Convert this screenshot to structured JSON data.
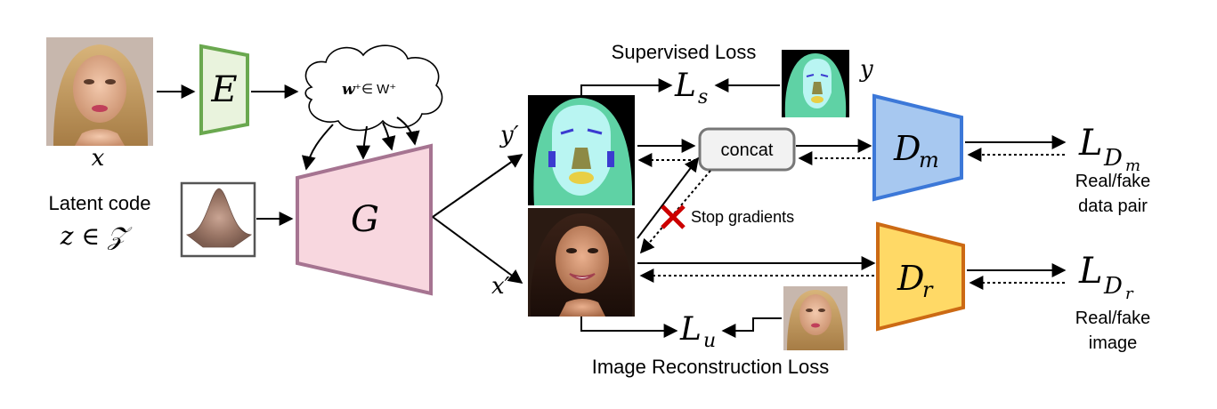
{
  "symbols": {
    "x": "x",
    "E": "E",
    "latent_w_bold": "w",
    "latent_w_rest": "⁺∈ W⁺",
    "G": "G",
    "y_prime": "y′",
    "x_prime": "x′",
    "y": "y",
    "L": "L",
    "s": "s",
    "u": "u",
    "D": "D",
    "m": "m",
    "r": "r"
  },
  "labels": {
    "latent_code_line1": "Latent code",
    "latent_code_line2": "z ∈ 𝒵",
    "supervised_loss": "Supervised Loss",
    "concat": "concat",
    "stop_gradients": "Stop gradients",
    "image_reconstruction_loss": "Image Reconstruction Loss",
    "real_fake_pair_line1": "Real/fake",
    "real_fake_pair_line2": "data pair",
    "real_fake_image_line1": "Real/fake",
    "real_fake_image_line2": "image"
  },
  "colors": {
    "encoder_fill": "#e9f3dd",
    "encoder_stroke": "#6aa84f",
    "generator_fill": "#f8d7df",
    "generator_stroke": "#a67491",
    "dm_fill": "#a7c8f0",
    "dm_stroke": "#3c78d8",
    "dr_fill": "#ffd966",
    "dr_stroke": "#cc6a14",
    "seg_background": "#000000",
    "seg_hair": "#5fd2a5",
    "seg_face": "#b9f5f2",
    "seg_nose": "#8d8a45",
    "seg_lip": "#e8cf45",
    "stop_cross": "#cc0000"
  }
}
